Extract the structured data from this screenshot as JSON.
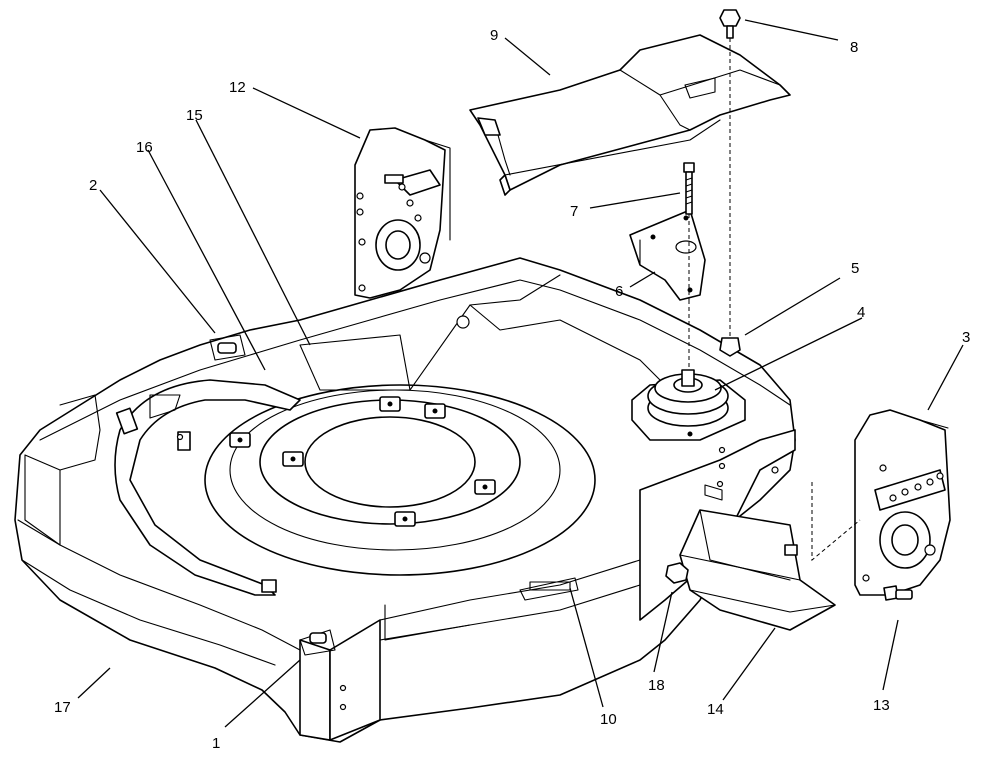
{
  "callouts": {
    "c1": "1",
    "c2": "2",
    "c3": "3",
    "c4": "4",
    "c5": "5",
    "c6": "6",
    "c7": "7",
    "c8": "8",
    "c9": "9",
    "c10": "10",
    "c12": "12",
    "c13": "13",
    "c14": "14",
    "c15": "15",
    "c16": "16",
    "c17": "17",
    "c18": "18"
  }
}
